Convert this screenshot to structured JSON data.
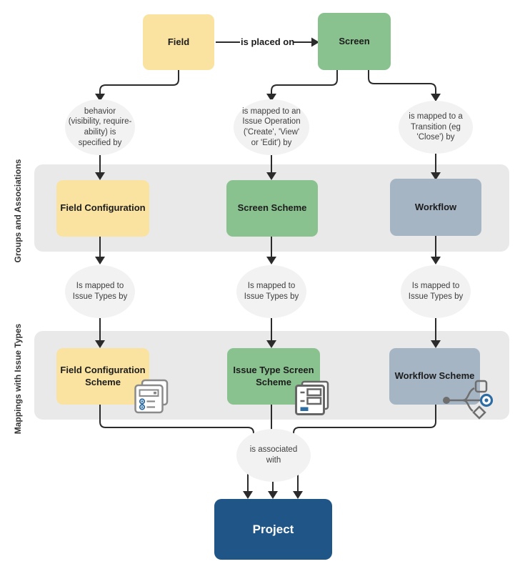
{
  "nodes": {
    "field": "Field",
    "screen": "Screen",
    "field_configuration": "Field Configuration",
    "screen_scheme": "Screen Scheme",
    "workflow": "Workflow",
    "field_configuration_scheme": "Field Configuration\nScheme",
    "issue_type_screen_scheme": "Issue Type Screen\nScheme",
    "workflow_scheme": "Workflow Scheme",
    "project": "Project"
  },
  "relations": {
    "is_placed_on": "is placed on",
    "field_behavior": "behavior\n(visibility, require-\nability) is\nspecified by",
    "screen_issue_operation": "is mapped to an\nIssue Operation\n('Create', 'View'\nor 'Edit') by",
    "screen_transition": "is mapped to a\nTransition (eg\n'Close') by",
    "field_config_issue_types": "Is mapped to\nIssue Types by",
    "screen_scheme_issue_types": "Is mapped to\nIssue Types by",
    "workflow_issue_types": "Is mapped to\nIssue Types by",
    "schemes_project": "is associated\nwith"
  },
  "bands": {
    "groups_and_associations": "Groups and Associations",
    "mappings_with_issue_types": "Mappings with Issue Types"
  },
  "icons": {
    "field_configuration_scheme": "form-pages-icon",
    "issue_type_screen_scheme": "screen-pages-icon",
    "workflow_scheme": "workflow-branch-icon"
  },
  "colors": {
    "field_yellow": "#FAE3A0",
    "screen_green": "#8AC28F",
    "workflow_bluegray": "#A5B5C4",
    "project_blue": "#1F5587",
    "band_gray": "#E9E9E9",
    "ellipse_gray": "#F2F2F2",
    "line": "#2B2B2B",
    "icon_blue": "#2E6DA4"
  }
}
